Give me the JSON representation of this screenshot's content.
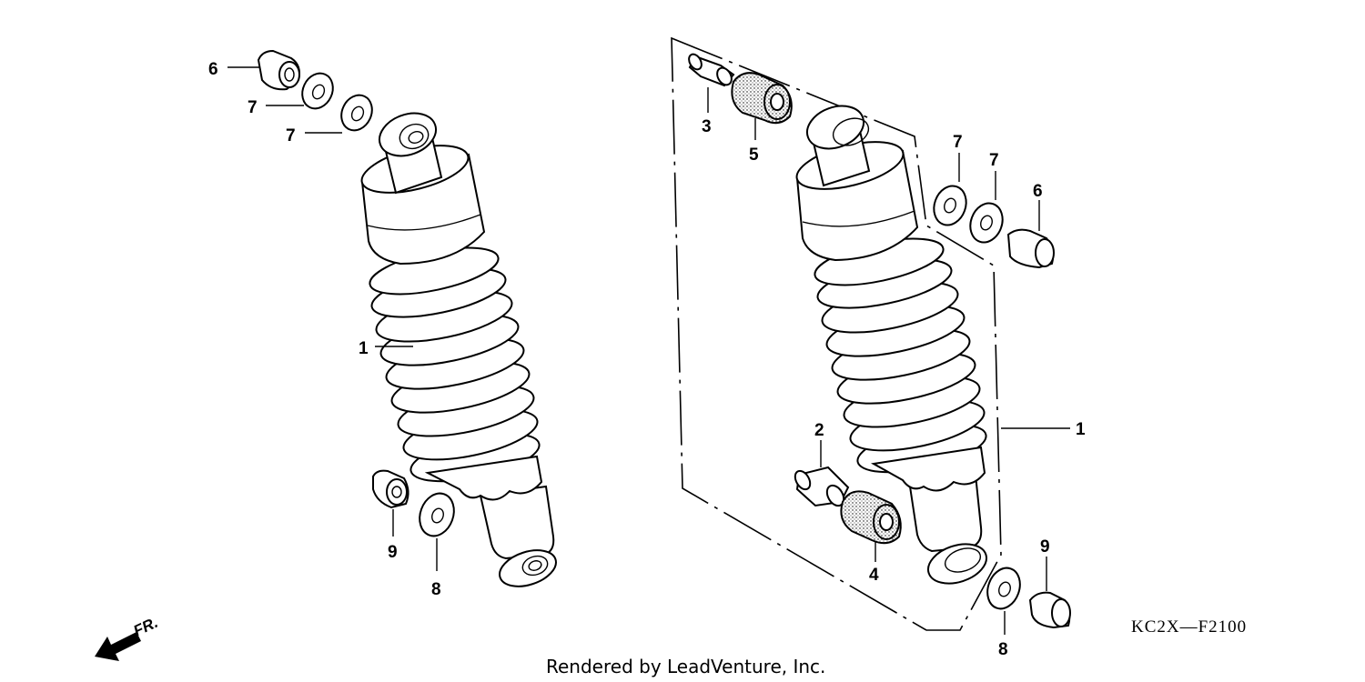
{
  "callouts": {
    "l_6": "6",
    "l_7a": "7",
    "l_7b": "7",
    "l_1": "1",
    "l_9": "9",
    "l_8": "8",
    "r_3": "3",
    "r_5": "5",
    "r_7a": "7",
    "r_7b": "7",
    "r_6": "6",
    "r_2": "2",
    "r_1": "1",
    "r_4": "4",
    "r_9": "9",
    "r_8": "8"
  },
  "diagram_code": "KC2X—F2100",
  "direction_label": "FR.",
  "credit": "Rendered by LeadVenture, Inc.",
  "icons": [
    "front-direction-arrow-icon"
  ]
}
